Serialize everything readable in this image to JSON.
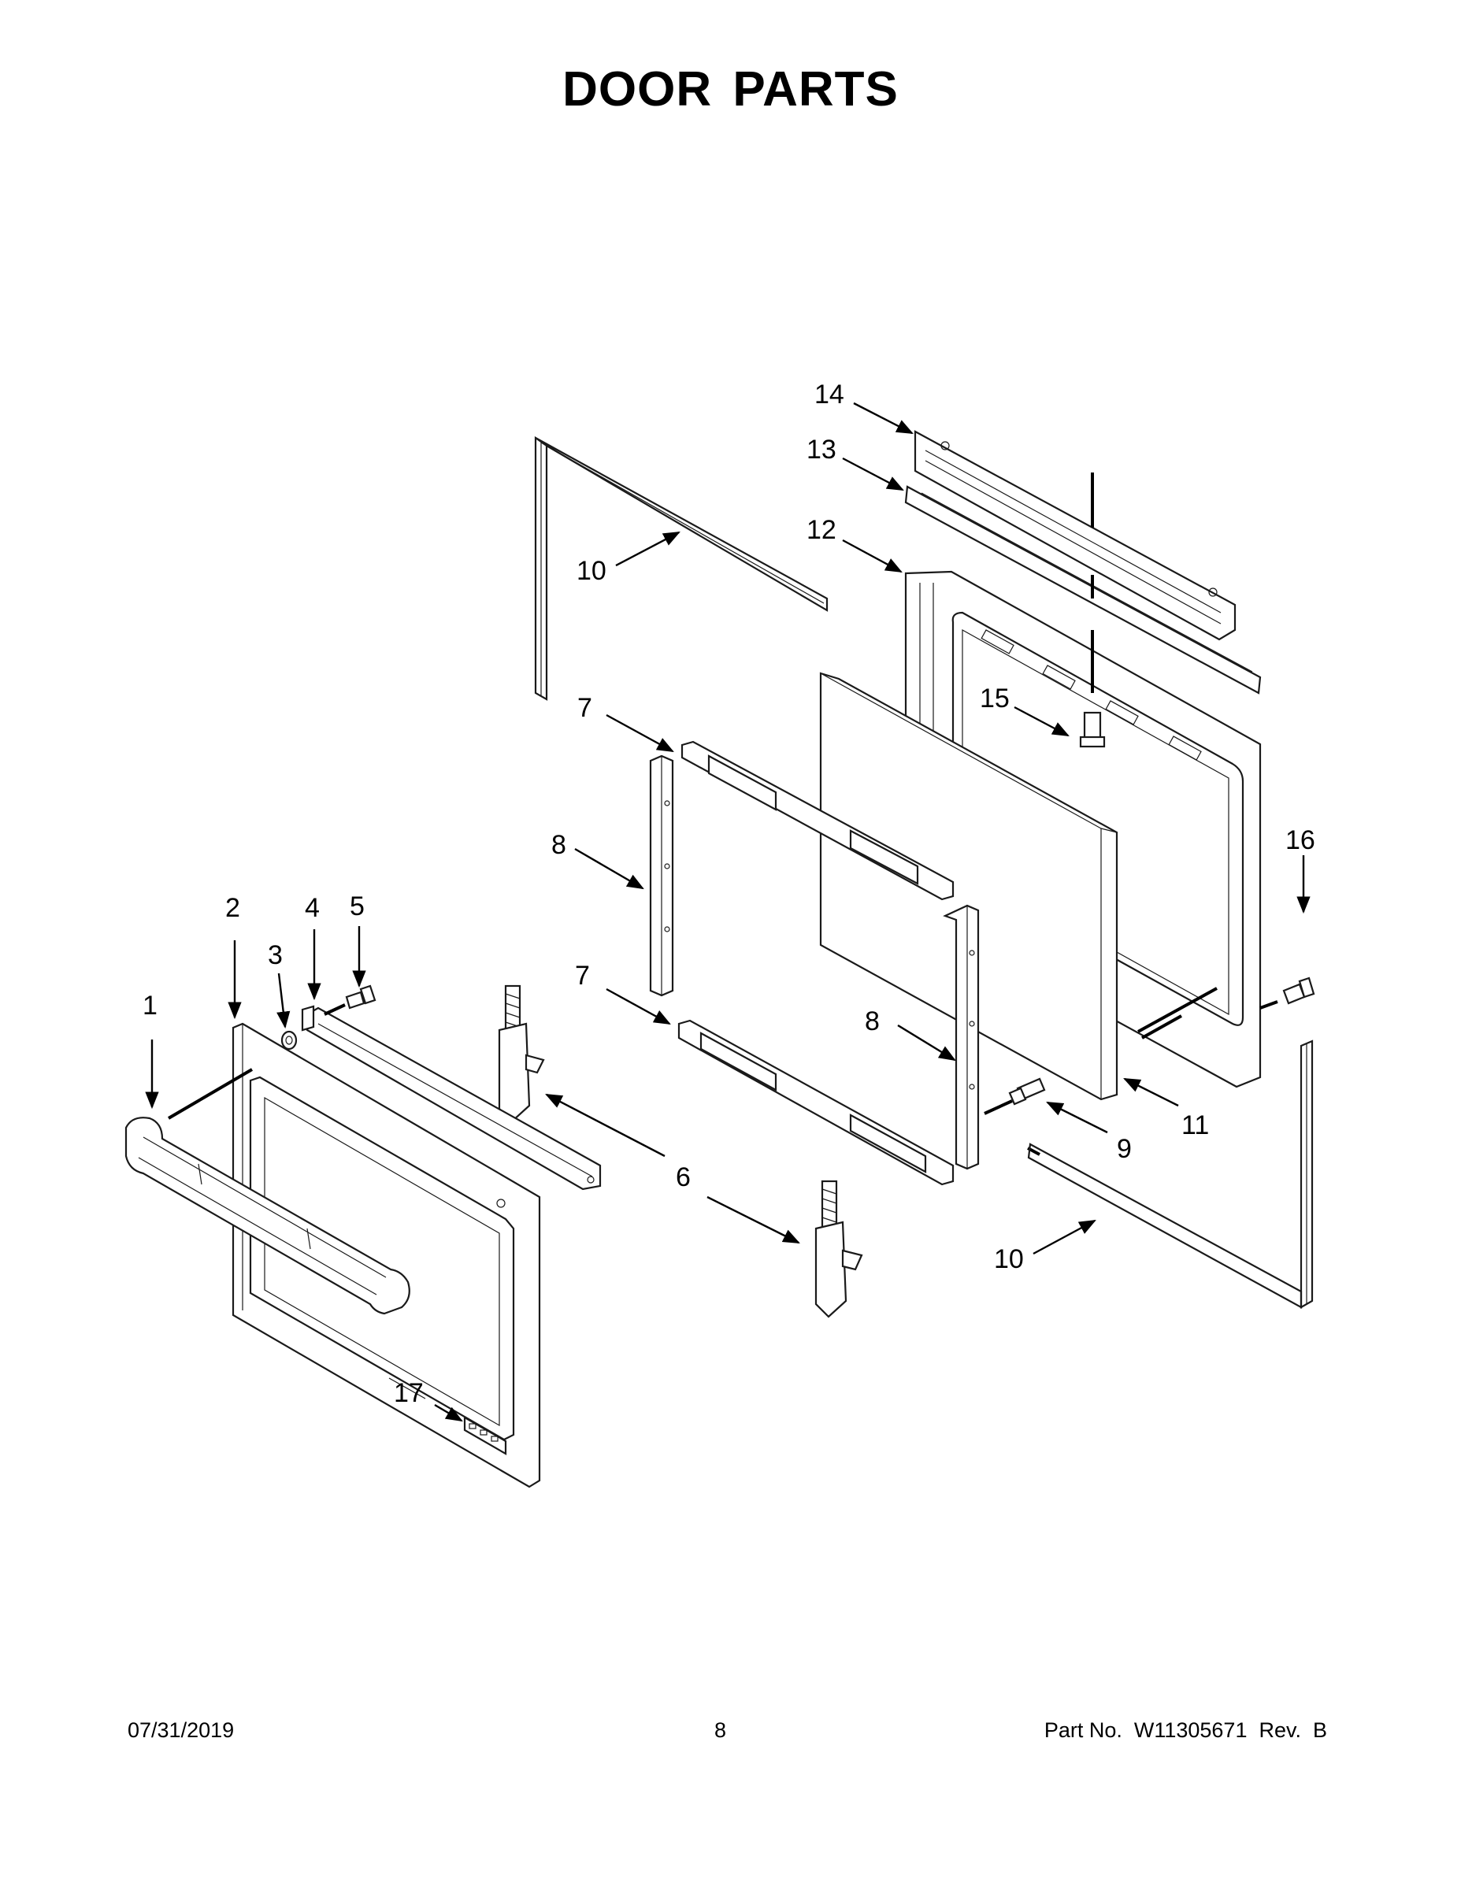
{
  "title": "DOOR PARTS",
  "footer": {
    "date": "07/31/2019",
    "page": "8",
    "part_number": "Part No.  W11305671  Rev.  B"
  },
  "callouts": {
    "c1": "1",
    "c2": "2",
    "c3": "3",
    "c4": "4",
    "c5": "5",
    "c6": "6",
    "c7a": "7",
    "c7b": "7",
    "c8a": "8",
    "c8b": "8",
    "c9": "9",
    "c10a": "10",
    "c10b": "10",
    "c11": "11",
    "c12": "12",
    "c13": "13",
    "c14": "14",
    "c15": "15",
    "c16": "16",
    "c17": "17"
  }
}
